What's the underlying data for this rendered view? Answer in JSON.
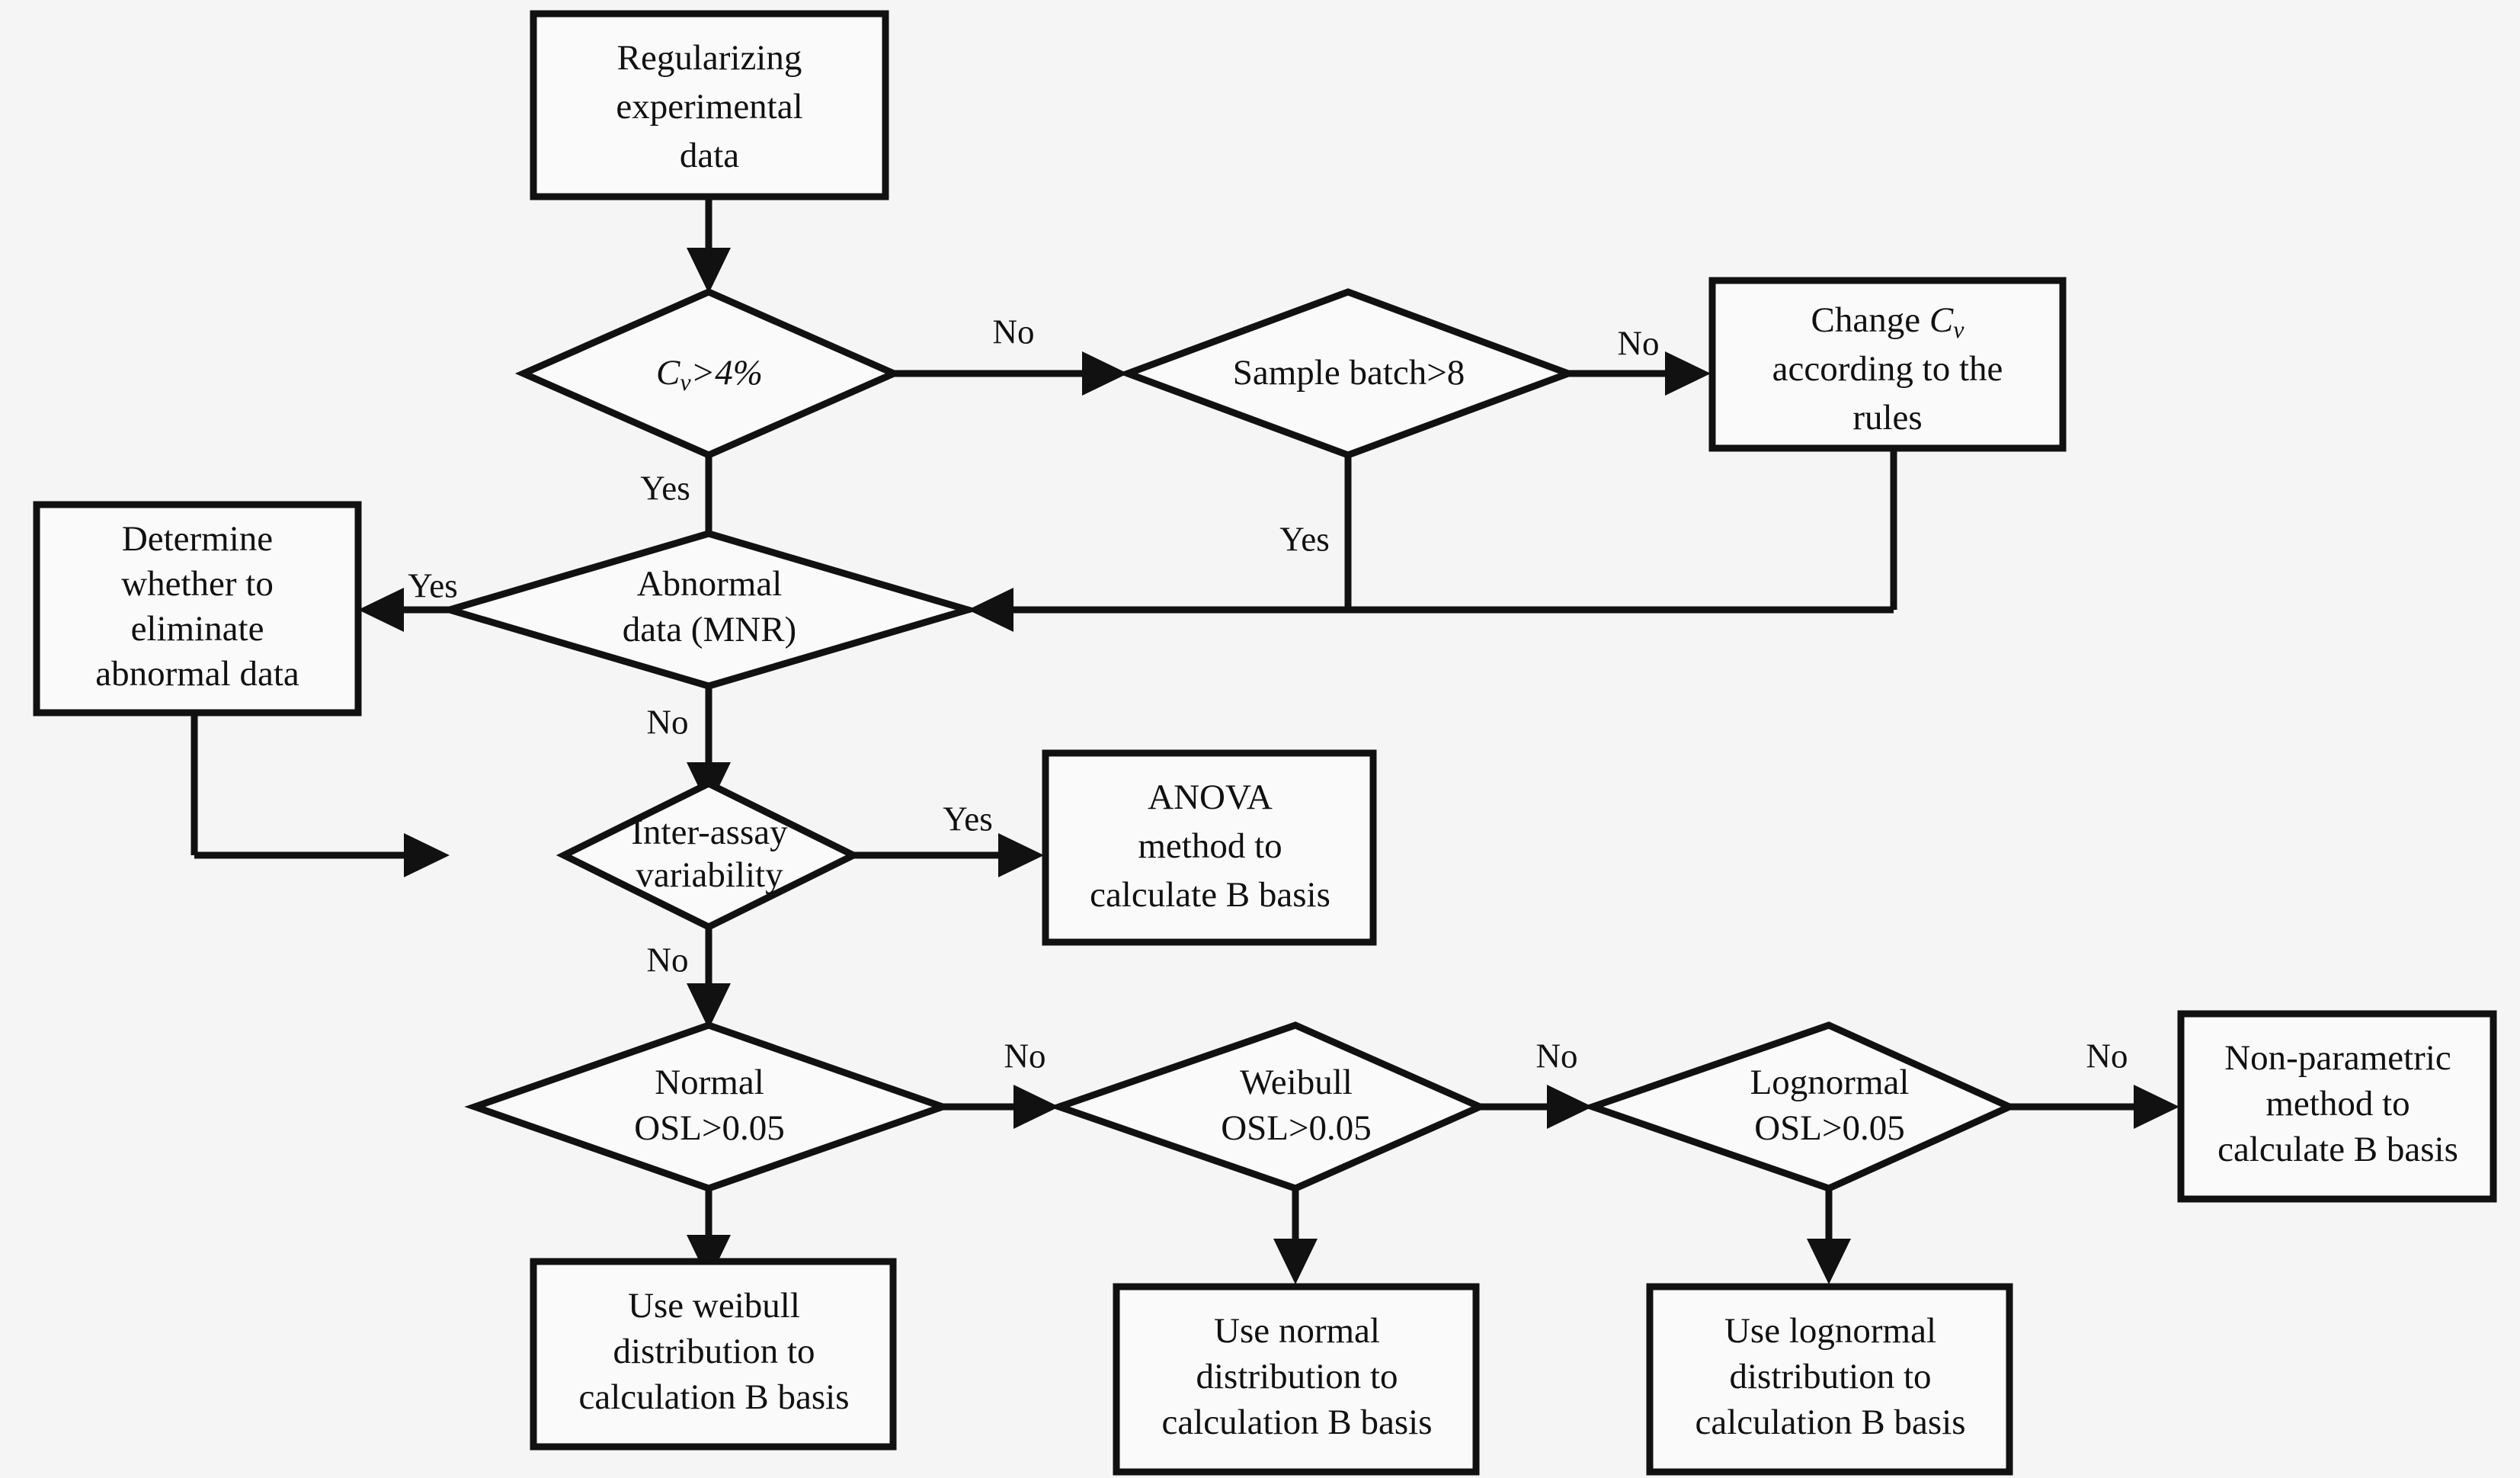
{
  "diagram": {
    "title": "B-basis value calculation flowchart",
    "background_color": "#f5f5f5",
    "line_color": "#111111",
    "node_fill_color": "#fafafa"
  },
  "nodes": {
    "start": {
      "type": "process",
      "lines": [
        "Regularizing",
        "experimental",
        "data"
      ]
    },
    "cv_check": {
      "type": "decision",
      "lines": [
        "Cv>4%"
      ],
      "label_parts": {
        "symbol": "C",
        "subscript": "v",
        "condition": ">4%"
      }
    },
    "sample_batch": {
      "type": "decision",
      "lines": [
        "Sample batch>8"
      ]
    },
    "change_cv": {
      "type": "process",
      "lines": [
        "Change Cv",
        "according to the",
        "rules"
      ],
      "label_parts": {
        "prefix": "Change ",
        "symbol": "C",
        "subscript": "v"
      }
    },
    "abnormal": {
      "type": "decision",
      "lines": [
        "Abnormal",
        "data (MNR)"
      ]
    },
    "determine": {
      "type": "process",
      "lines": [
        "Determine",
        "whether to",
        "eliminate",
        "abnormal data"
      ]
    },
    "inter_assay": {
      "type": "decision",
      "lines": [
        "Inter-assay",
        "variability"
      ]
    },
    "anova": {
      "type": "process",
      "lines": [
        "ANOVA",
        "method to",
        "calculate B basis"
      ]
    },
    "normal_osl": {
      "type": "decision",
      "lines": [
        "Normal",
        "OSL>0.05"
      ]
    },
    "weibull_osl": {
      "type": "decision",
      "lines": [
        "Weibull",
        "OSL>0.05"
      ]
    },
    "lognormal_osl": {
      "type": "decision",
      "lines": [
        "Lognormal",
        "OSL>0.05"
      ]
    },
    "nonparametric": {
      "type": "process",
      "lines": [
        "Non-parametric",
        "method to",
        "calculate B basis"
      ]
    },
    "use_weibull": {
      "type": "process",
      "lines": [
        "Use weibull",
        "distribution to",
        "calculation B basis"
      ]
    },
    "use_normal": {
      "type": "process",
      "lines": [
        "Use normal",
        "distribution to",
        "calculation B basis"
      ]
    },
    "use_lognormal": {
      "type": "process",
      "lines": [
        "Use lognormal",
        "distribution to",
        "calculation B basis"
      ]
    }
  },
  "edge_labels": {
    "cv_no": "No",
    "cv_yes": "Yes",
    "batch_no": "No",
    "batch_yes": "Yes",
    "abnormal_yes": "Yes",
    "abnormal_no": "No",
    "inter_yes": "Yes",
    "inter_no": "No",
    "normal_no": "No",
    "weibull_no": "No",
    "lognormal_no": "No"
  }
}
